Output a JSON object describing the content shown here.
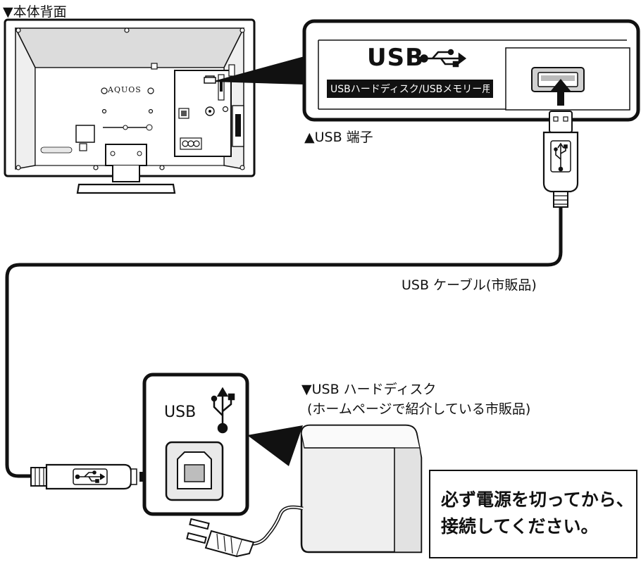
{
  "labels": {
    "rear_view": "▼本体背面",
    "brand": "AQUOS",
    "usb_big": "USB",
    "usb_port_caption_band": "USBハードディスク/USBメモリー用",
    "usb_terminal": "▲USB 端子",
    "usb_cable": "USB ケーブル(市販品)",
    "hdd_title": "▼USB ハードディスク",
    "hdd_subtitle": "(ホームページで紹介している市販品)",
    "hdd_port_label": "USB",
    "notice_line1": "必ず電源を切ってから、",
    "notice_line2": "接続してください。"
  },
  "icons": [
    "usb-trident-icon",
    "usb-b-port-icon",
    "usb-a-port-icon",
    "power-plug-icon",
    "arrow-up-icon",
    "arrow-right-icon"
  ],
  "colors": {
    "ink": "#111111",
    "screen_gray": "#d9d9d9",
    "panel_gray": "#e6e6e6",
    "hdd_body": "#eeeeee"
  }
}
